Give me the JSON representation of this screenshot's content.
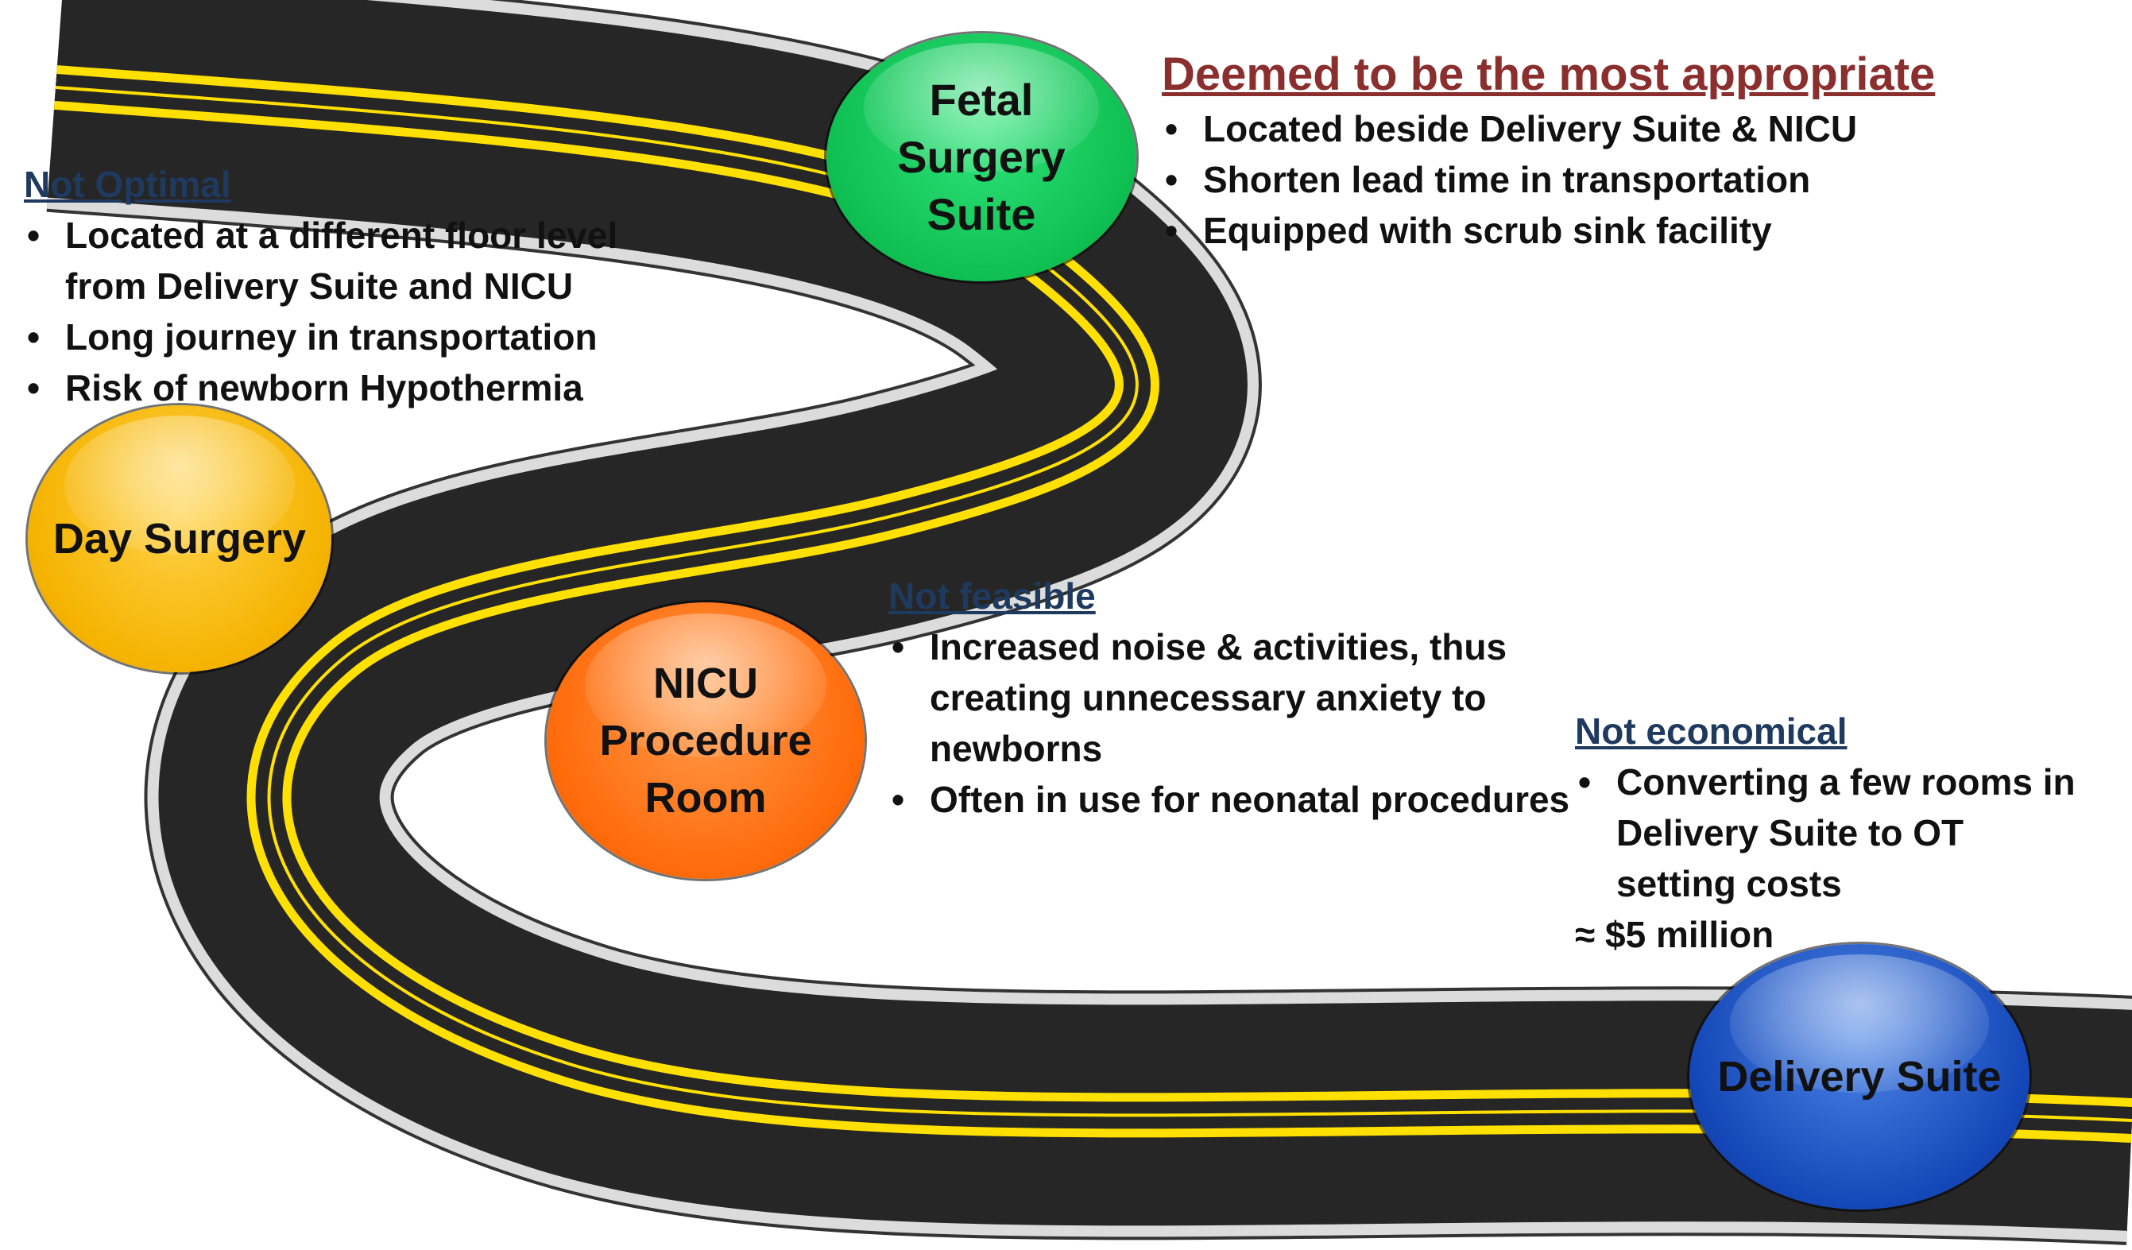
{
  "nodes": {
    "fetal": "Fetal Surgery Suite",
    "day": "Day Surgery",
    "nicu": "NICU Procedure Room",
    "delivery": "Delivery Suite"
  },
  "appropriate": {
    "heading": "Deemed to be the most appropriate",
    "items": [
      "Located beside Delivery Suite & NICU",
      "Shorten lead time in transportation",
      "Equipped with scrub sink facility"
    ]
  },
  "not_optimal": {
    "heading": "Not Optimal",
    "items": [
      "Located at a different floor level from Delivery Suite and NICU",
      "Long journey in transportation",
      "Risk of newborn Hypothermia"
    ]
  },
  "not_feasible": {
    "heading": "Not feasible",
    "items": [
      "Increased noise & activities, thus creating unnecessary anxiety to newborns",
      "Often in use for neonatal procedures"
    ]
  },
  "not_economical": {
    "heading": "Not economical",
    "items": [
      "Converting a few rooms in Delivery Suite to OT setting costs"
    ],
    "note": "≈ $5 million"
  },
  "colors": {
    "road": "#2b2b2b",
    "lane_line": "#ffe000",
    "shoulder": "#d9d9d9",
    "fetal": "#0fbf52",
    "day": "#f5b300",
    "nicu": "#ff6a0a",
    "delivery": "#1447b8"
  }
}
